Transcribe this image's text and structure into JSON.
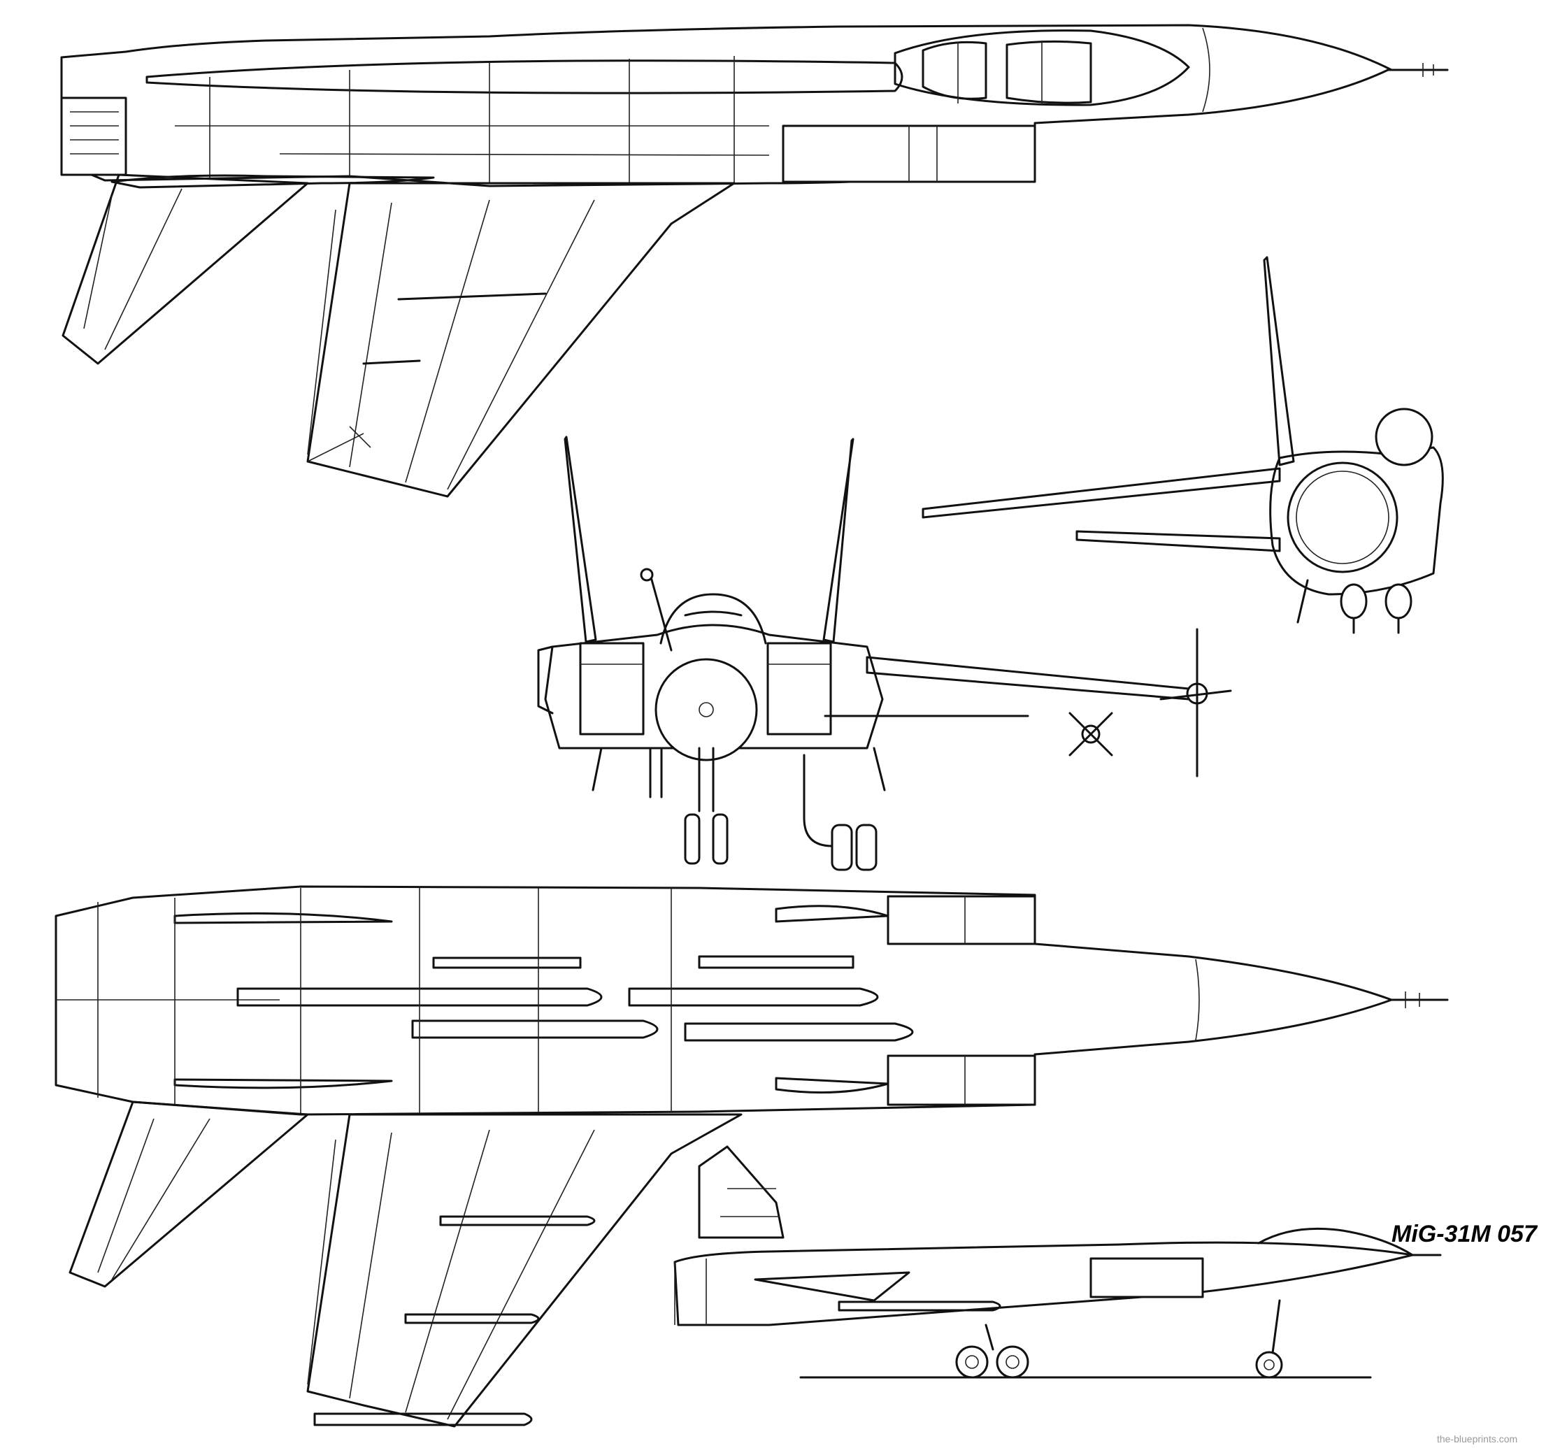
{
  "drawing": {
    "title": "MiG-31M 057",
    "credit": "the-blueprints.com",
    "ink_color": "#111111",
    "paper_color": "#ffffff",
    "views": [
      "top-view",
      "front-view",
      "rear-view",
      "bottom-view",
      "side-view"
    ]
  }
}
